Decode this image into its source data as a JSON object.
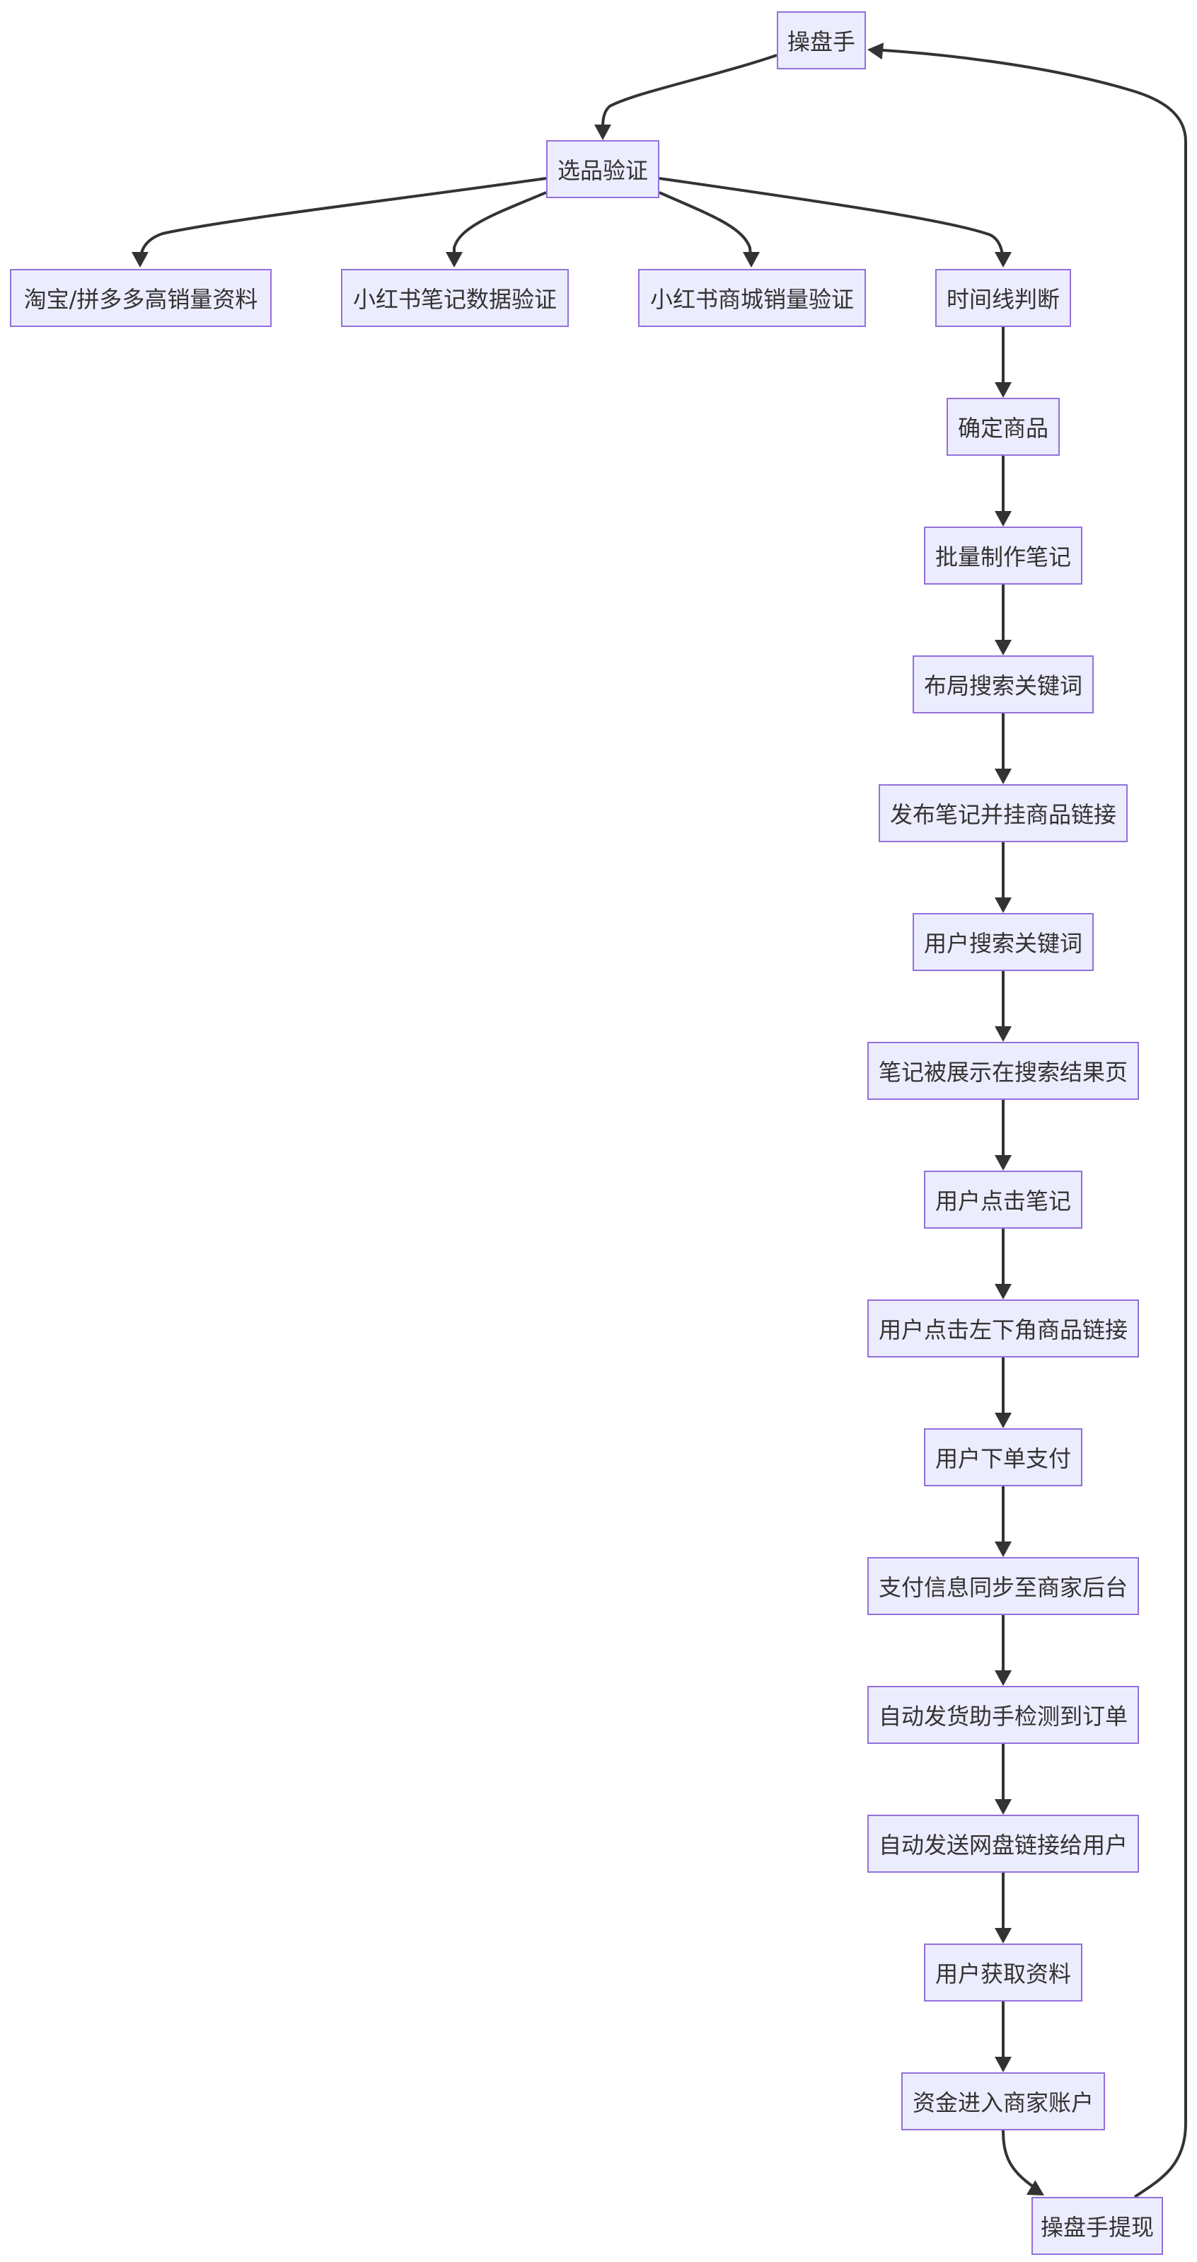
{
  "diagram": {
    "nodes": {
      "trader": "操盘手",
      "selection": "选品验证",
      "taobao": "淘宝/拼多多高销量资料",
      "xhs_notes": "小红书笔记数据验证",
      "xhs_mall": "小红书商城销量验证",
      "timeline": "时间线判断",
      "confirm": "确定商品",
      "batch": "批量制作笔记",
      "layout_kw": "布局搜索关键词",
      "publish": "发布笔记并挂商品链接",
      "user_search": "用户搜索关键词",
      "shown": "笔记被展示在搜索结果页",
      "click_note": "用户点击笔记",
      "click_link": "用户点击左下角商品链接",
      "order": "用户下单支付",
      "sync": "支付信息同步至商家后台",
      "auto_detect": "自动发货助手检测到订单",
      "auto_send": "自动发送网盘链接给用户",
      "get_material": "用户获取资料",
      "funds": "资金进入商家账户",
      "withdraw": "操盘手提现"
    },
    "edges": [
      [
        "trader",
        "selection"
      ],
      [
        "selection",
        "taobao"
      ],
      [
        "selection",
        "xhs_notes"
      ],
      [
        "selection",
        "xhs_mall"
      ],
      [
        "selection",
        "timeline"
      ],
      [
        "timeline",
        "confirm"
      ],
      [
        "confirm",
        "batch"
      ],
      [
        "batch",
        "layout_kw"
      ],
      [
        "layout_kw",
        "publish"
      ],
      [
        "publish",
        "user_search"
      ],
      [
        "user_search",
        "shown"
      ],
      [
        "shown",
        "click_note"
      ],
      [
        "click_note",
        "click_link"
      ],
      [
        "click_link",
        "order"
      ],
      [
        "order",
        "sync"
      ],
      [
        "sync",
        "auto_detect"
      ],
      [
        "auto_detect",
        "auto_send"
      ],
      [
        "auto_send",
        "get_material"
      ],
      [
        "get_material",
        "funds"
      ],
      [
        "funds",
        "withdraw"
      ],
      [
        "withdraw",
        "trader"
      ]
    ],
    "colors": {
      "node_fill": "#ececff",
      "node_border": "#9370db",
      "edge": "#333333",
      "text": "#333333"
    }
  }
}
